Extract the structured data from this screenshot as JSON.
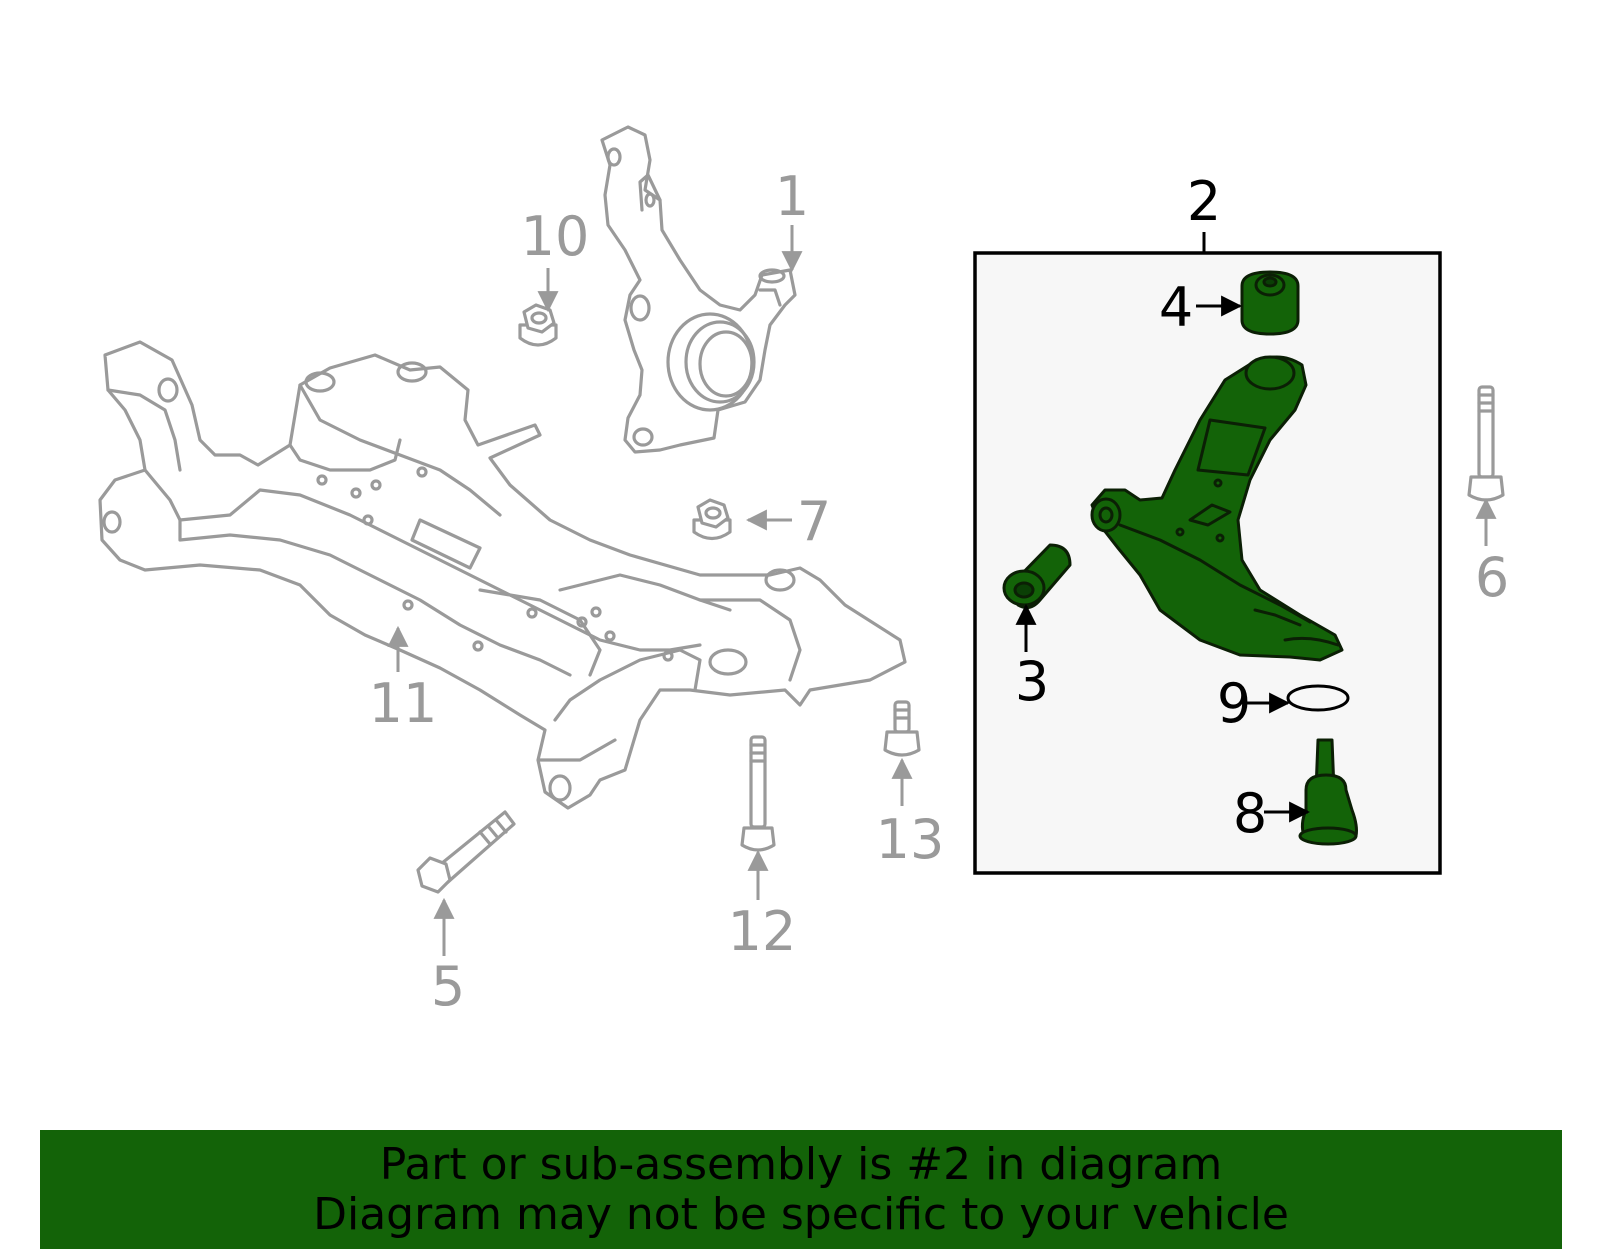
{
  "colors": {
    "highlight": "#136308",
    "banner_bg": "#136308",
    "ghost_stroke": "#9a9a9a",
    "box_bg": "#f7f7f7",
    "label_active": "#000000",
    "label_inactive": "#9a9a9a"
  },
  "callouts": {
    "c1": "1",
    "c2": "2",
    "c3": "3",
    "c4": "4",
    "c5": "5",
    "c6": "6",
    "c7": "7",
    "c8": "8",
    "c9": "9",
    "c10": "10",
    "c11": "11",
    "c12": "12",
    "c13": "13"
  },
  "banner": {
    "line1": "Part or sub-assembly is #2 in diagram",
    "line2": "Diagram may not be specific to your vehicle"
  }
}
